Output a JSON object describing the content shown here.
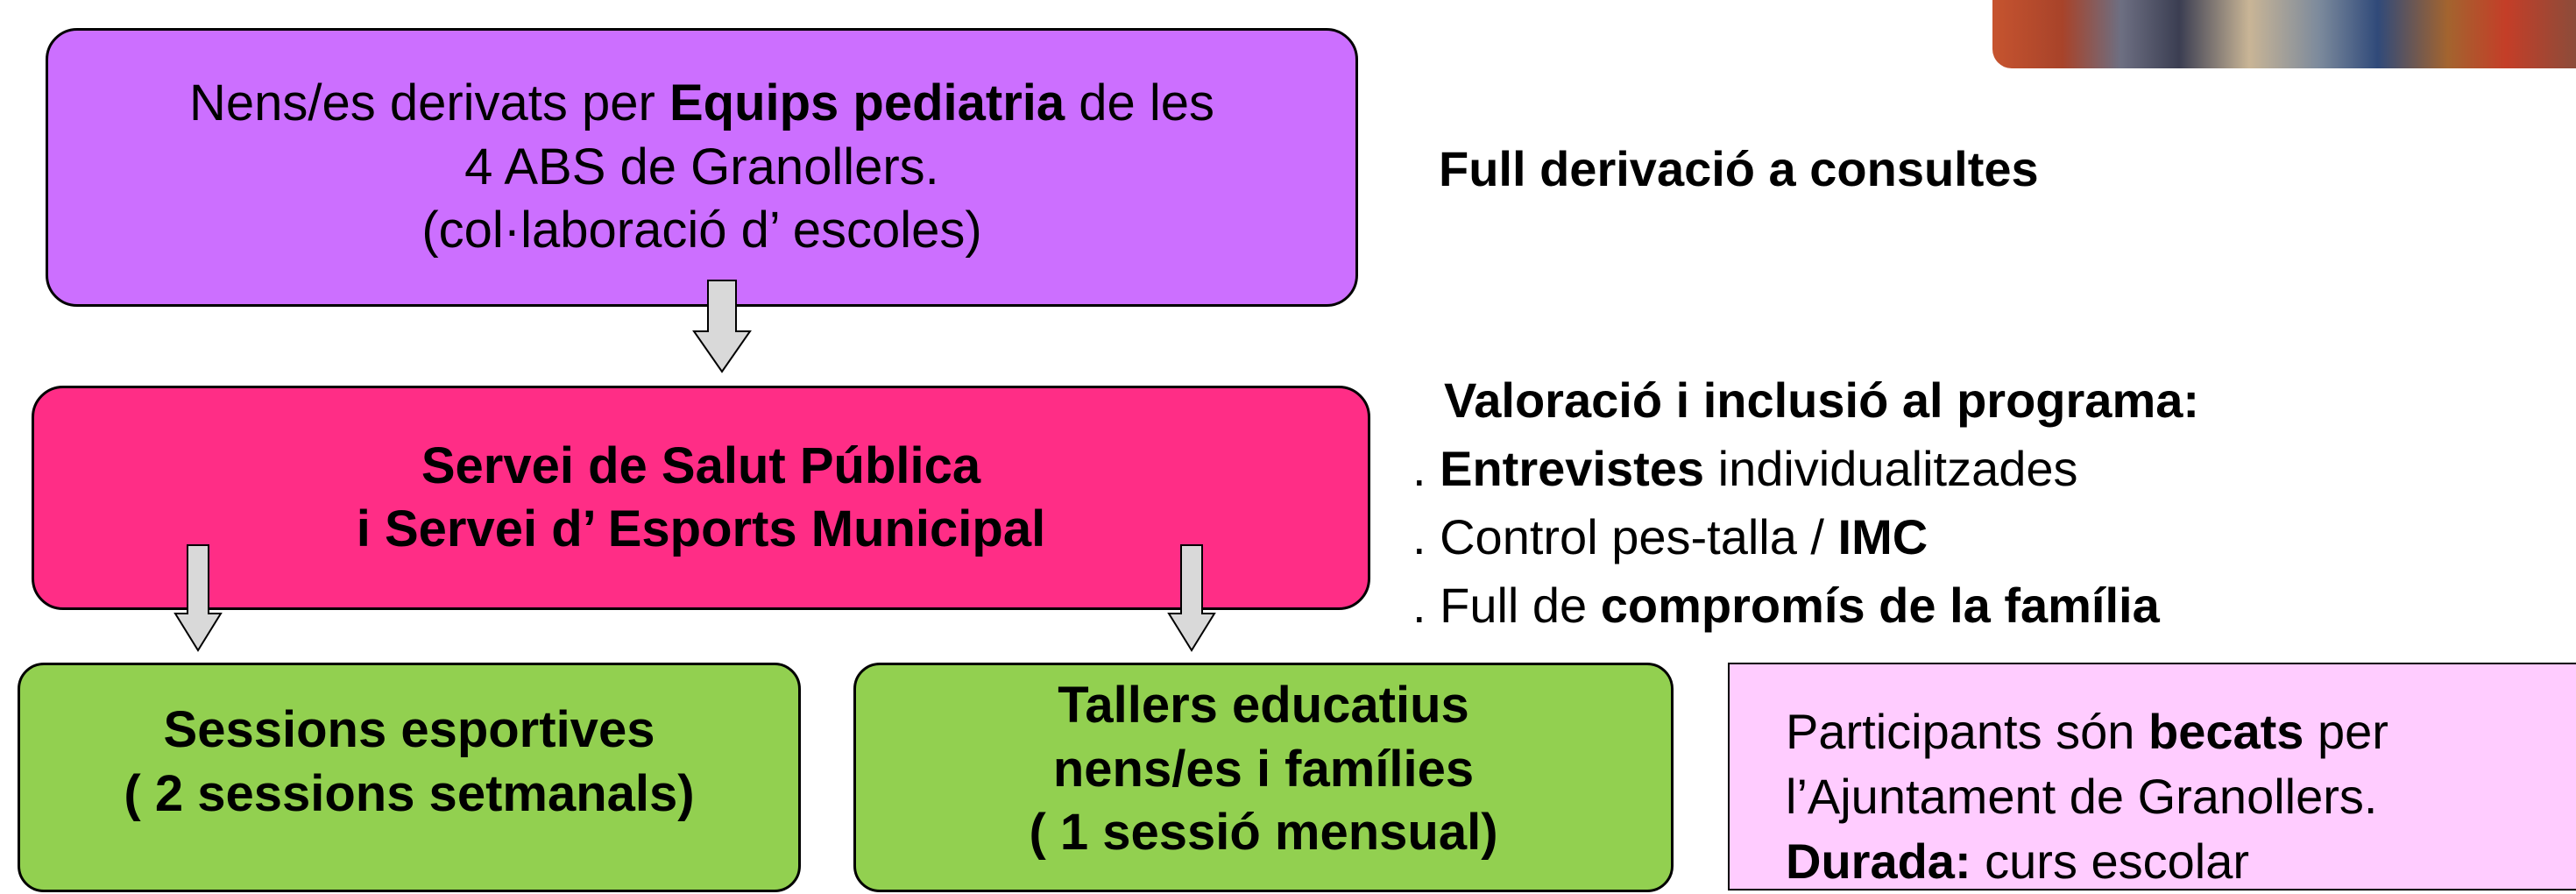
{
  "photo": {
    "alt": ""
  },
  "box_top": {
    "line1_a": "Nens/es derivats per ",
    "line1_b": "Equips pediatria",
    "line1_c": " de les",
    "line2": "4 ABS de Granollers.",
    "line3": "(col·laboració d’ escoles)"
  },
  "box_middle": {
    "line1": "Servei de Salut Pública",
    "line2": "i Servei d’ Esports Municipal"
  },
  "box_sessions": {
    "line1": "Sessions esportives",
    "line2": "( 2 sessions setmanals)"
  },
  "box_tallers": {
    "line1": "Tallers  educatius",
    "line2": "nens/es i  famílies",
    "line3": "( 1 sessió mensual)"
  },
  "annotation_1": "Full derivació a consultes",
  "annotation_2": {
    "title": "Valoració i inclusió al programa:",
    "item1_a": ". ",
    "item1_b": "Entrevistes",
    "item1_c": " individualitzades",
    "item2_a": ". Control pes-talla / ",
    "item2_b": "IMC",
    "item3_a": ". Full de ",
    "item3_b": "compromís de la família"
  },
  "note": {
    "line1_a": "Participants són ",
    "line1_b": "becats",
    "line1_c": " per",
    "line2": "l’Ajuntament de Granollers.",
    "line3_a": "Durada:",
    "line3_b": " curs escolar"
  },
  "colors": {
    "purple": "#cc6fff",
    "pink": "#ff2d86",
    "green": "#92d050",
    "note": "#ffccff",
    "arrow": "#d9d9d9"
  }
}
